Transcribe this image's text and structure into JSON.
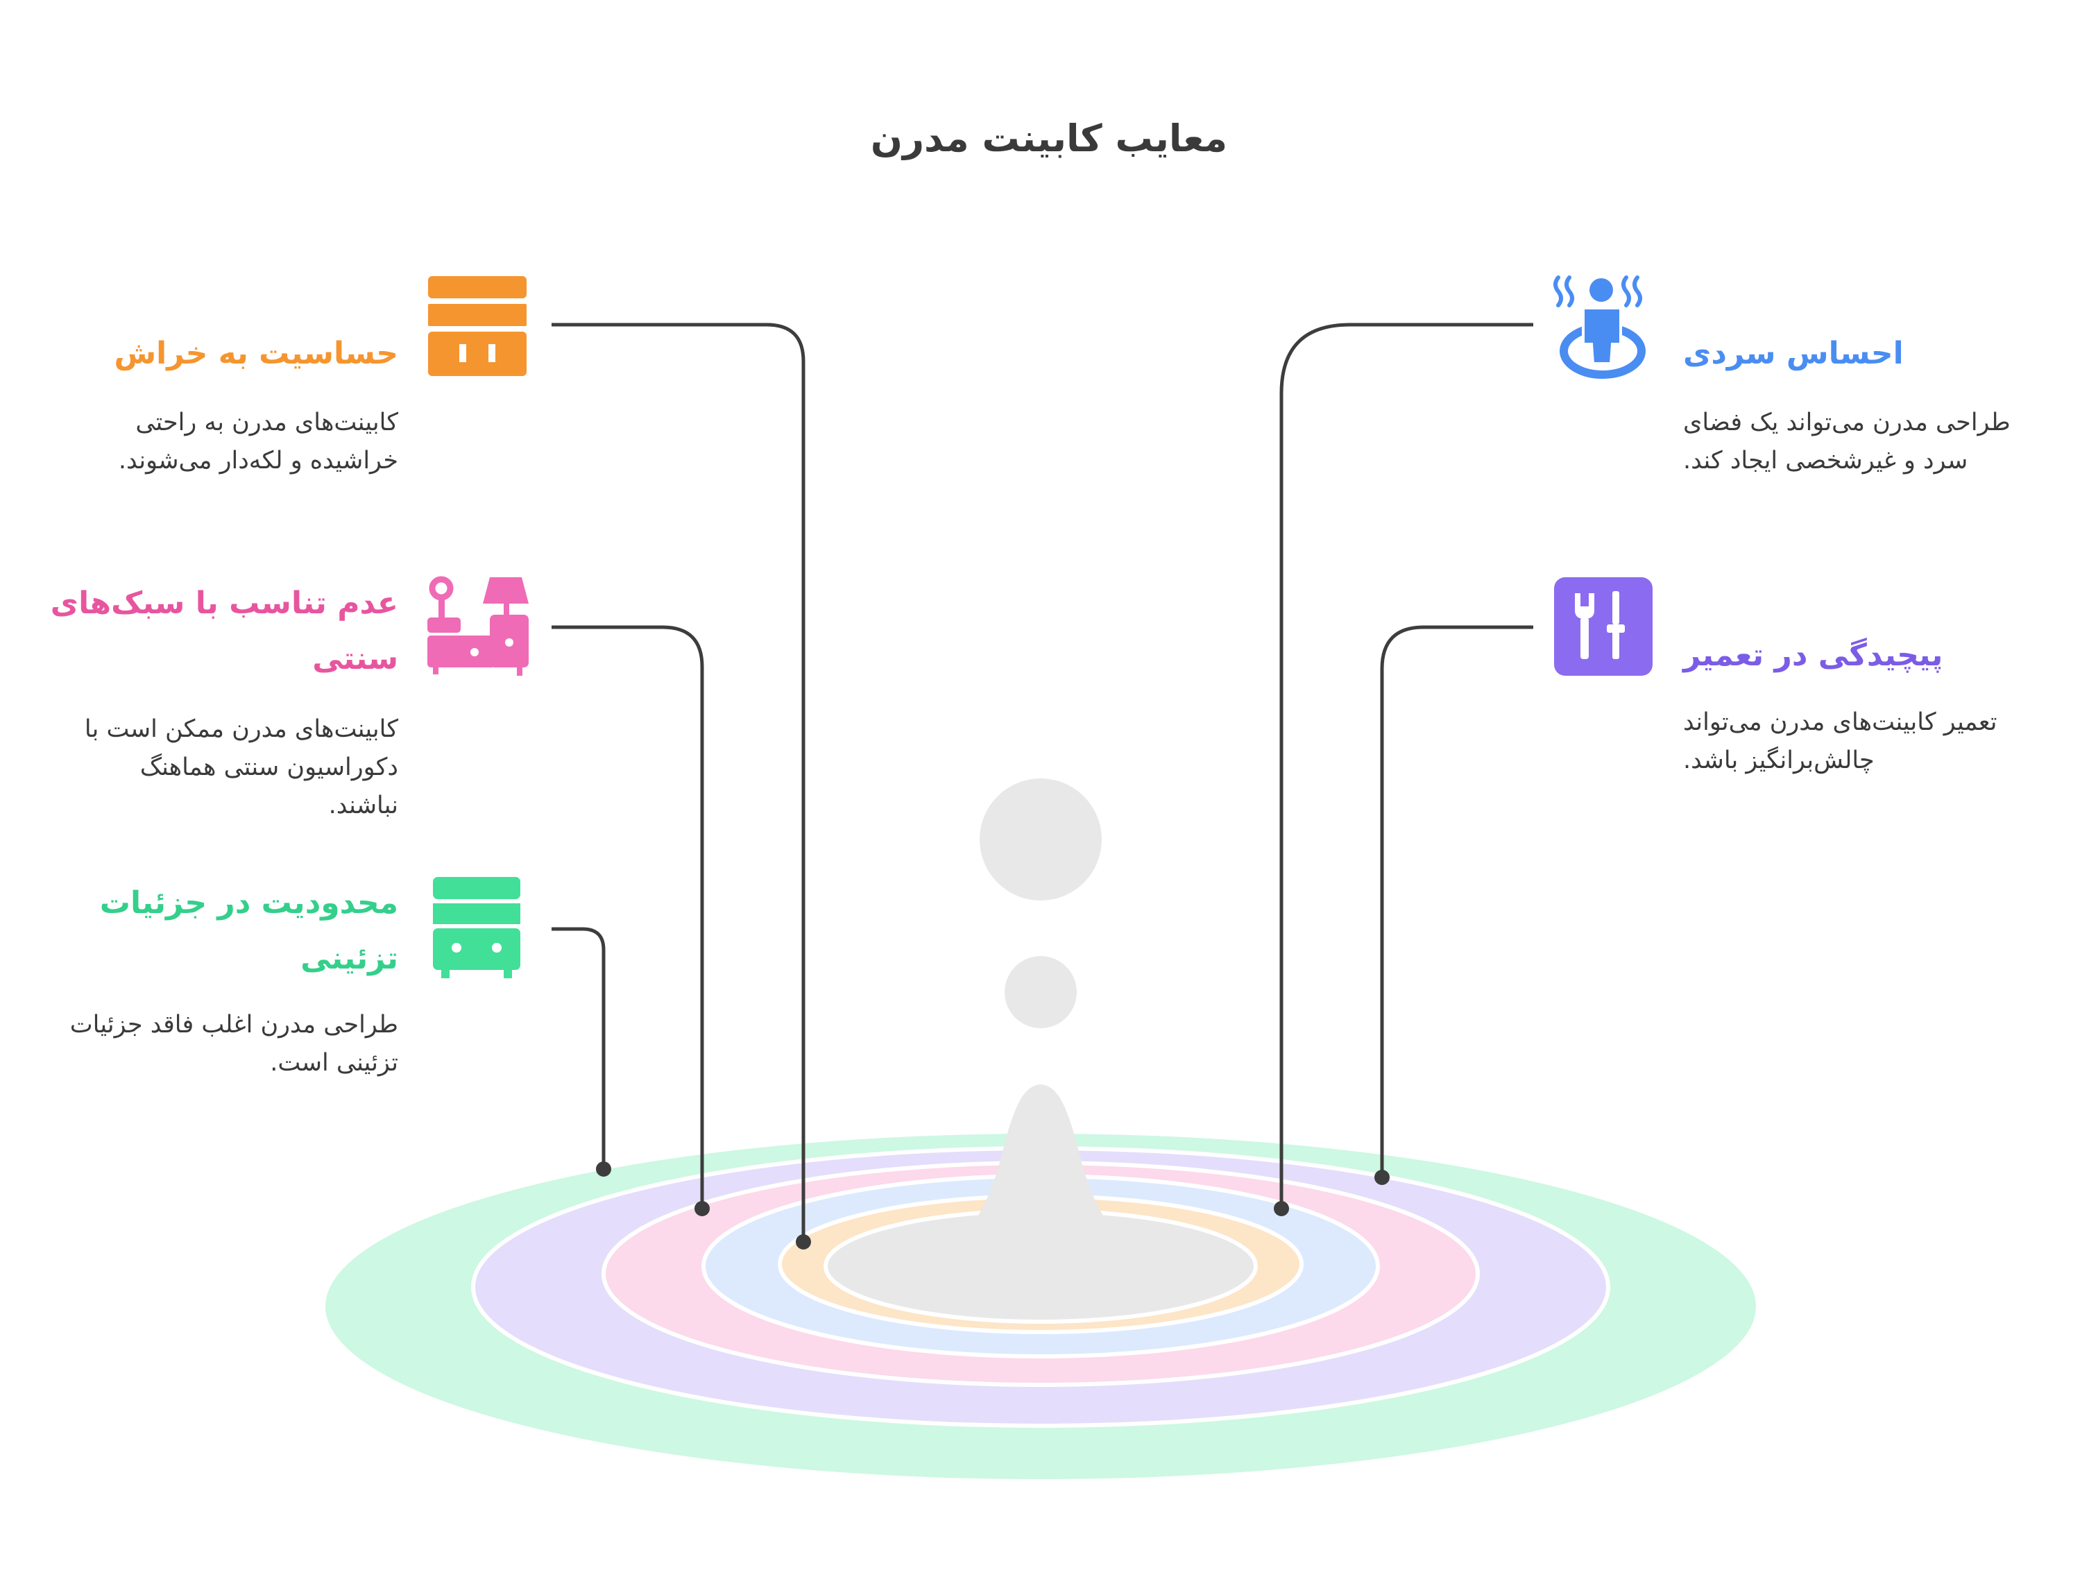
{
  "title": "معایب کابینت مدرن",
  "colors": {
    "orange": "#F5952F",
    "pink": "#F06BB5",
    "green": "#42DF99",
    "blue": "#4A8DF2",
    "purple": "#8B6CF0",
    "line": "#3d3d3d",
    "drop": "#E8E8E8"
  },
  "items": {
    "scratch": {
      "icon": "cabinet-icon",
      "heading": "حساسیت به خراش",
      "desc_line1": "کابینت‌های مدرن به راحتی",
      "desc_line2": "خراشیده و لکه‌دار می‌شوند."
    },
    "traditional": {
      "icon": "furniture-set-icon",
      "heading_line1": "عدم تناسب با سبک‌های",
      "heading_line2": "سنتی",
      "desc_line1": "کابینت‌های مدرن ممکن است با",
      "desc_line2": "دکوراسیون سنتی هماهنگ",
      "desc_line3": "نباشند."
    },
    "details": {
      "icon": "dresser-icon",
      "heading_line1": "محدودیت در جزئیات",
      "heading_line2": "تزئینی",
      "desc_line1": "طراحی مدرن اغلب فاقد جزئیات",
      "desc_line2": "تزئینی است."
    },
    "cold": {
      "icon": "person-cold-icon",
      "heading": "احساس سردی",
      "desc_line1": "طراحی مدرن می‌تواند یک فضای",
      "desc_line2": "سرد و غیرشخصی ایجاد کند."
    },
    "repair": {
      "icon": "tools-icon",
      "heading": "پیچیدگی در تعمیر",
      "desc_line1": "تعمیر کابینت‌های مدرن می‌تواند",
      "desc_line2": "چالش‌برانگیز باشد."
    }
  }
}
